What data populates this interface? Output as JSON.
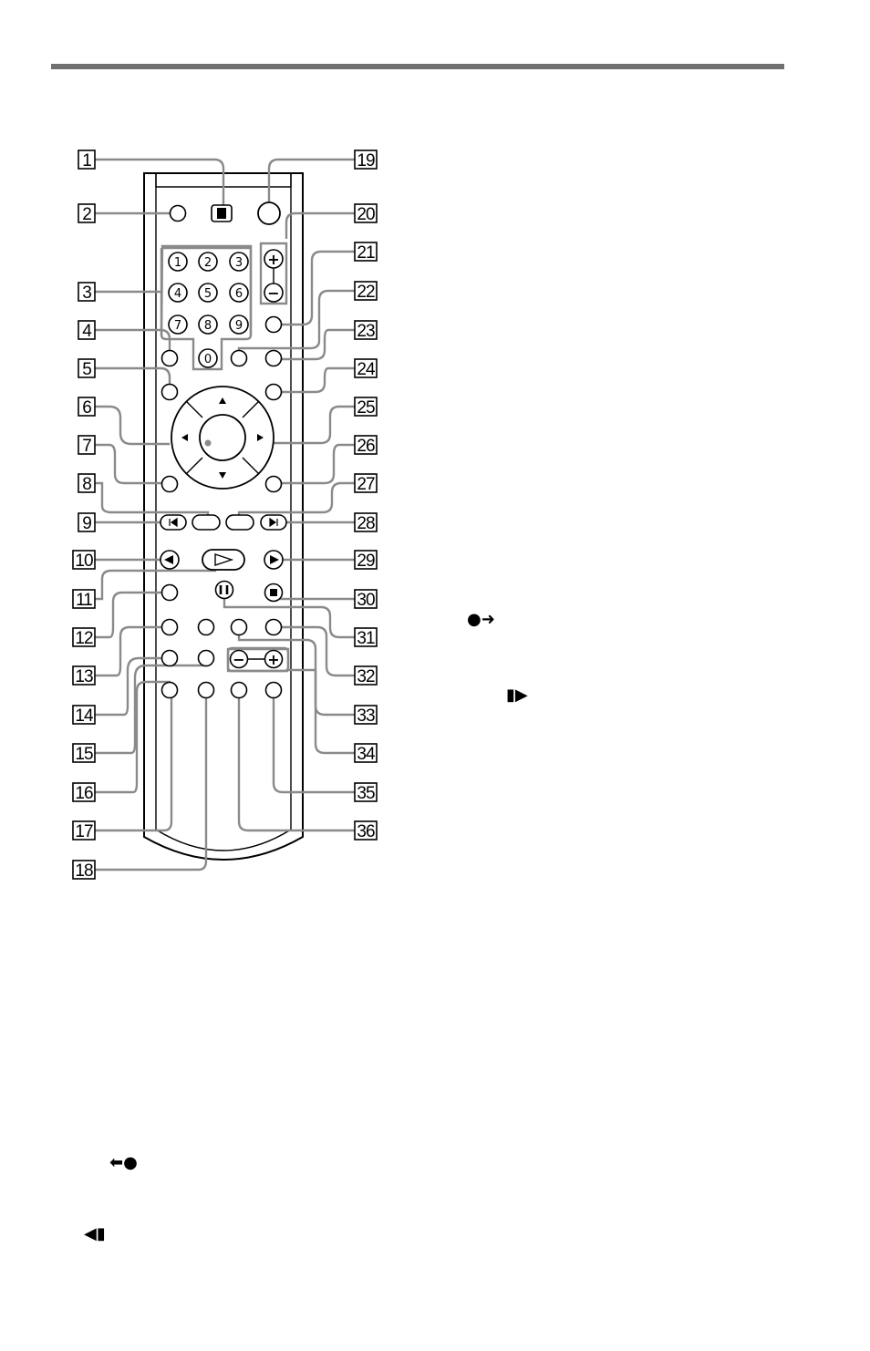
{
  "callouts": {
    "left": [
      "1",
      "2",
      "3",
      "4",
      "5",
      "6",
      "7",
      "8",
      "9",
      "10",
      "11",
      "12",
      "13",
      "14",
      "15",
      "16",
      "17",
      "18"
    ],
    "right": [
      "19",
      "20",
      "21",
      "22",
      "23",
      "24",
      "25",
      "26",
      "27",
      "28",
      "29",
      "30",
      "31",
      "32",
      "33",
      "34",
      "35",
      "36"
    ]
  },
  "keypad": [
    "1",
    "2",
    "3",
    "4",
    "5",
    "6",
    "7",
    "8",
    "9",
    "0"
  ],
  "volume": {
    "plus": "+",
    "minus": "−"
  },
  "bottom_pair": {
    "minus": "−",
    "plus": "+"
  },
  "inline_symbols": {
    "instant_advance": "●➜",
    "slow_forward": "▮▶",
    "instant_replay": "⬅●",
    "slow_reverse": "◀▮"
  }
}
